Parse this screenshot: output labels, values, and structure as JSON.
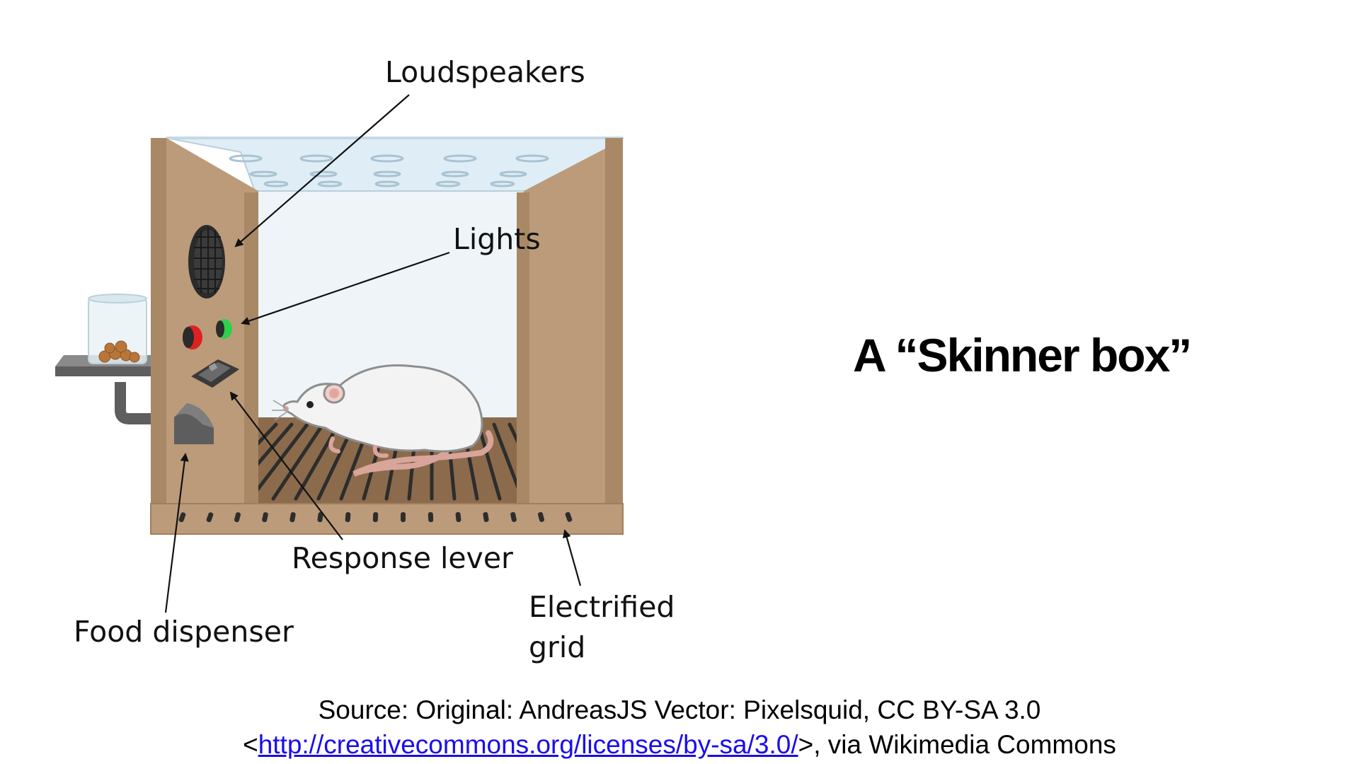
{
  "title": "A “Skinner box”",
  "labels": {
    "loudspeakers": "Loudspeakers",
    "lights": "Lights",
    "response_lever": "Response lever",
    "food_dispenser": "Food dispenser",
    "electrified_line1": "Electrified",
    "electrified_line2": "grid"
  },
  "source": {
    "line1": "Source: Original:  AndreasJS Vector:  Pixelsquid, CC BY-SA 3.0",
    "line2_prefix": "<",
    "link_text": "http://creativecommons.org/licenses/by-sa/3.0/",
    "line2_suffix": ">, via Wikimedia Commons"
  },
  "colors": {
    "wood": "#bb9b79",
    "wood_dark": "#a07f5e",
    "floor": "#7a5a3c",
    "glass": "#eef4f8",
    "link": "#1a0dee"
  },
  "icons": [
    "speaker-icon",
    "red-light-icon",
    "green-light-icon",
    "lever-icon",
    "food-dispenser-icon",
    "food-jar-icon",
    "rat-icon"
  ]
}
